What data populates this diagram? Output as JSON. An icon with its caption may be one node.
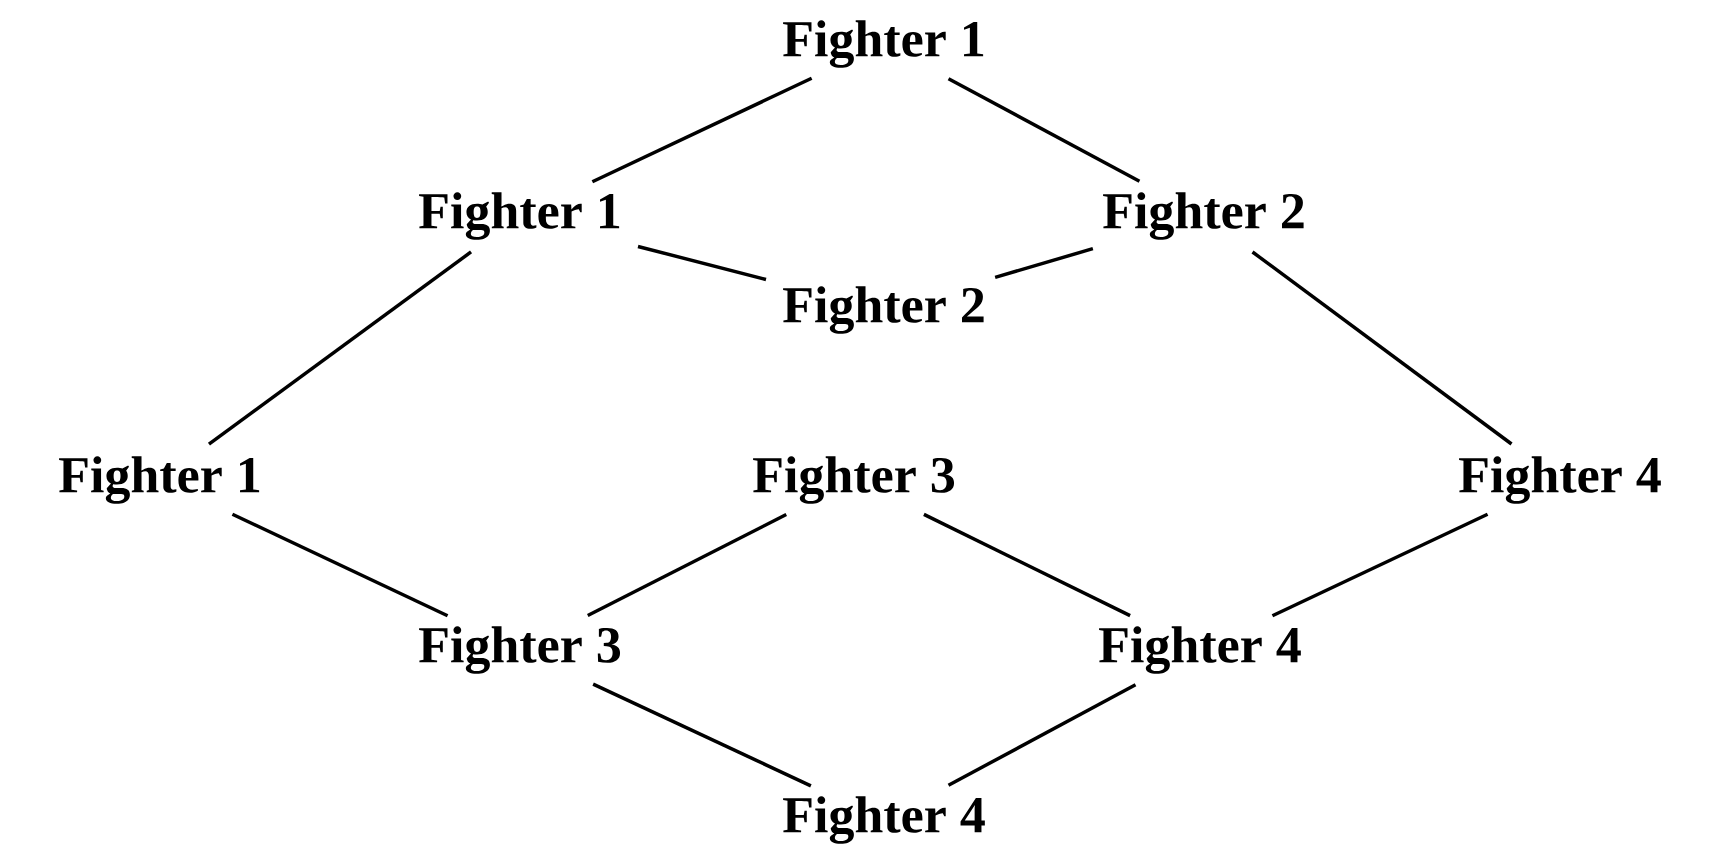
{
  "diagram": {
    "nodes": [
      {
        "text": [
          "Fighter 1"
        ]
      },
      {
        "text": [
          "Fighter 1"
        ]
      },
      {
        "text": [
          "Fighter 2"
        ]
      },
      {
        "text": [
          "Fighter 2"
        ]
      },
      {
        "text": [
          "Fighter 1"
        ]
      },
      {
        "text": [
          "Fighter 3"
        ]
      },
      {
        "text": [
          "Fighter 4"
        ]
      },
      {
        "text": [
          "Fighter 3"
        ]
      },
      {
        "text": [
          "Fighter 4"
        ]
      },
      {
        "text": [
          "Fighter 4"
        ]
      }
    ],
    "edges": [
      {
        "from": 0,
        "to": 1,
        "arrow": "none"
      },
      {
        "from": 0,
        "to": 2,
        "arrow": "none"
      },
      {
        "from": 1,
        "to": 4,
        "arrow": "none"
      },
      {
        "from": 1,
        "to": 3,
        "arrow": "none"
      },
      {
        "from": 2,
        "to": 3,
        "arrow": "none"
      },
      {
        "from": 2,
        "to": 6,
        "arrow": "none"
      },
      {
        "from": 4,
        "to": 7,
        "arrow": "none"
      },
      {
        "from": 5,
        "to": 7,
        "arrow": "none"
      },
      {
        "from": 5,
        "to": 8,
        "arrow": "none"
      },
      {
        "from": 6,
        "to": 8,
        "arrow": "none"
      },
      {
        "from": 7,
        "to": 9,
        "arrow": "none"
      },
      {
        "from": 8,
        "to": 9,
        "arrow": "none"
      }
    ]
  }
}
